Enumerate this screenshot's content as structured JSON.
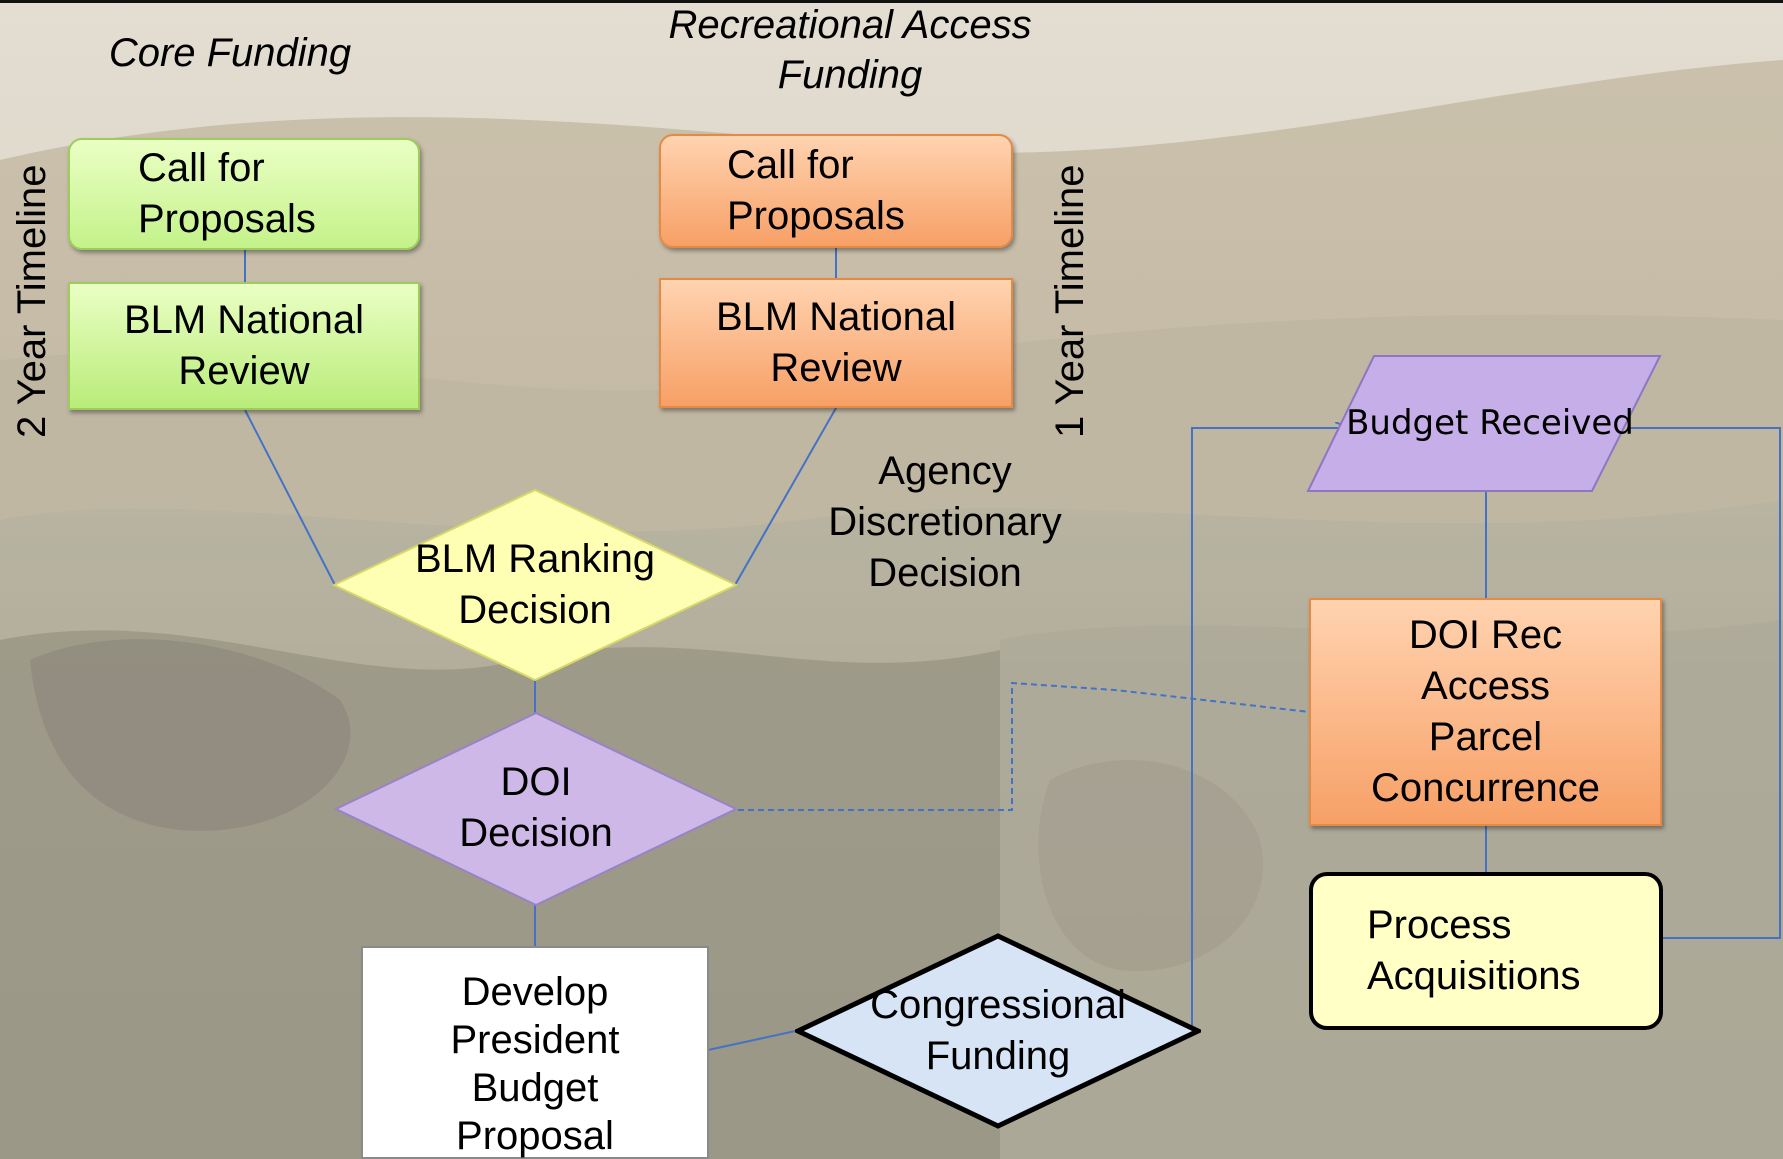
{
  "headers": {
    "core_funding": "Core Funding",
    "recreational_access_funding": "Recreational Access\nFunding"
  },
  "timelines": {
    "two_year": "2 Year Timeline",
    "one_year": "1 Year Timeline"
  },
  "nodes": {
    "core_call_for_proposals": "Call for\nProposals",
    "core_blm_national_review": "BLM National\nReview",
    "rec_call_for_proposals": "Call for\nProposals",
    "rec_blm_national_review": "BLM National\nReview",
    "blm_ranking_decision": "BLM Ranking\nDecision",
    "doi_decision": "DOI\nDecision",
    "develop_president_budget_proposal": "Develop\nPresident\nBudget\nProposal",
    "congressional_funding": "Congressional\nFunding",
    "budget_received": "Budget Received",
    "doi_rec_access_parcel_concurrence": "DOI Rec\nAccess\nParcel\nConcurrence",
    "process_acquisitions": "Process\nAcquisitions"
  },
  "annotations": {
    "agency_discretionary_decision": "Agency\nDiscretionary\nDecision"
  },
  "colors": {
    "connector_line": "#4472c4",
    "core_fill": "#c8f08f",
    "rec_fill": "#f8a870",
    "ranking_fill": "#ffffb3",
    "doi_fill": "#cdb8e8",
    "congress_fill": "#d6e4f5",
    "process_fill": "#ffffc6"
  }
}
